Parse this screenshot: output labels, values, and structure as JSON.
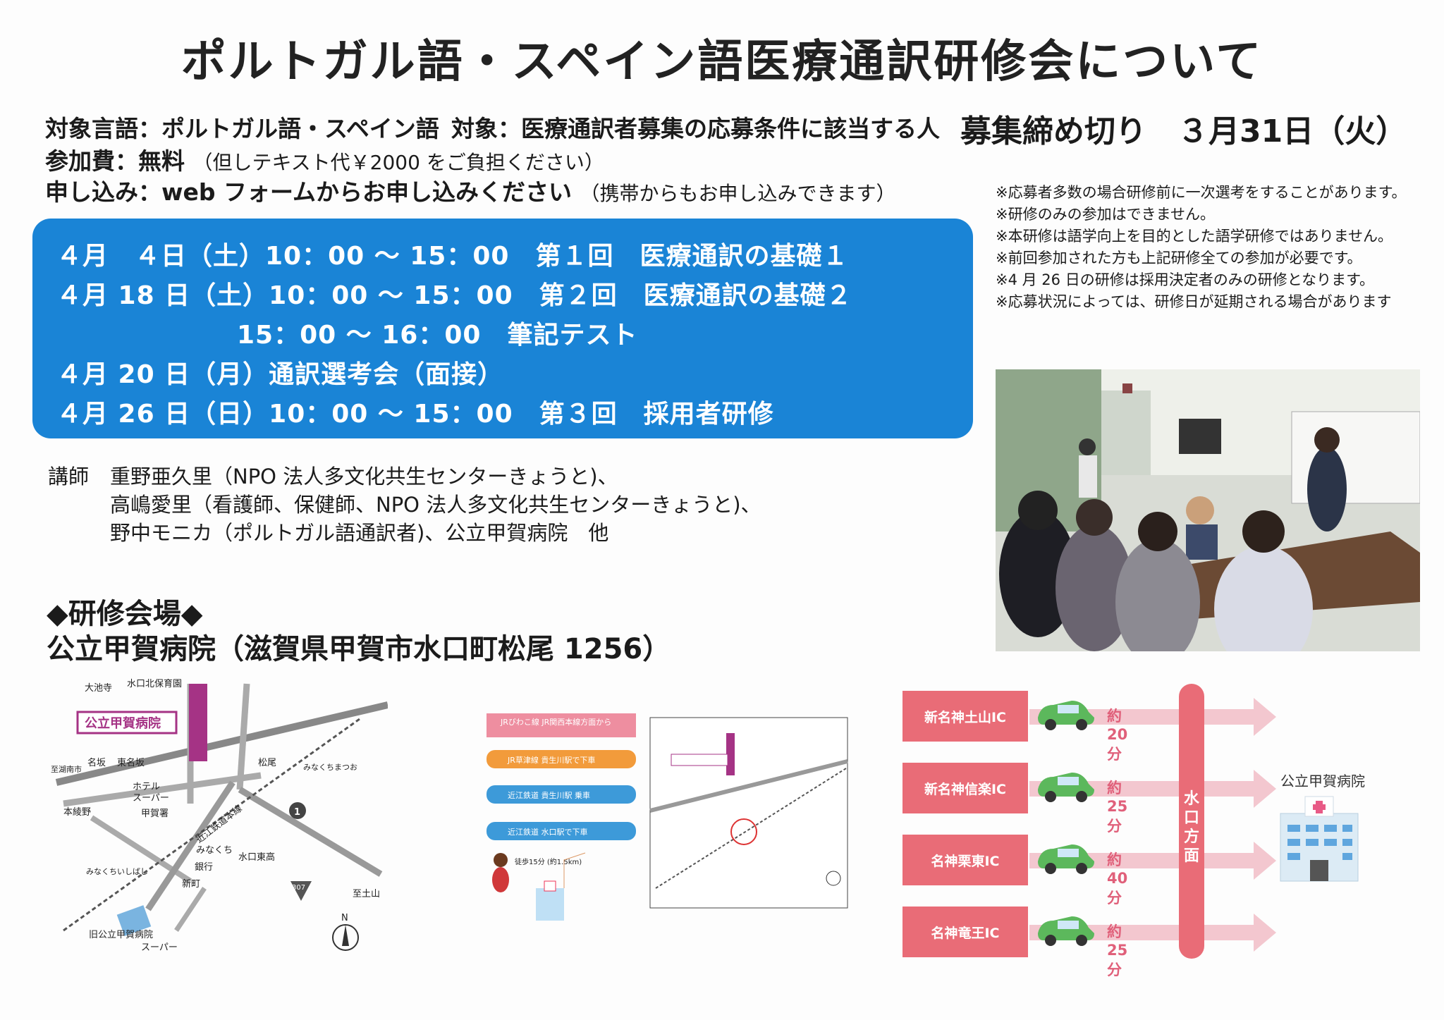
{
  "title": "ポルトガル語・スペイン語医療通訳研修会について",
  "info": {
    "language": "対象言語：ポルトガル語・スペイン語",
    "target": "対象：医療通訳者募集の応募条件に該当する人",
    "fee_main": "参加費：無料",
    "fee_note": "（但しテキスト代￥2000 をご負担ください）",
    "apply_main": "申し込み：web フォームからお申し込みください",
    "apply_note": "（携帯からもお申し込みできます）"
  },
  "deadline": "募集締め切り　３月31日（火）",
  "notes": [
    "※応募者多数の場合研修前に一次選考をすることがあります。",
    "※研修のみの参加はできません。",
    "※本研修は語学向上を目的とした語学研修ではありません。",
    "※前回参加された方も上記研修全ての参加が必要です。",
    "※4 月 26 日の研修は採用決定者のみの研修となります。",
    "※応募状況によっては、研修日が延期される場合があります"
  ],
  "schedule": [
    "４月　４日（土）10：00 ～ 15：00　第１回　医療通訳の基礎１",
    "４月 18 日（土）10：00 ～ 15：00　第２回　医療通訳の基礎２",
    "15：00 ～ 16：00　筆記テスト",
    "４月 20 日（月）通訳選考会（面接）",
    "４月 26 日（日）10：00 ～ 15：00　第３回　採用者研修"
  ],
  "lecturers": {
    "label": "講師",
    "lines": [
      "重野亜久里（NPO 法人多文化共生センターきょうと)、",
      "高嶋愛里（看護師、保健師、NPO 法人多文化共生センターきょうと)、",
      "野中モニカ（ポルトガル語通訳者)、公立甲賀病院　他"
    ]
  },
  "venue": {
    "heading": "◆研修会場◆",
    "address": "公立甲賀病院（滋賀県甲賀市水口町松尾 1256）"
  },
  "map1": {
    "hospital": "公立甲賀病院",
    "labels": [
      "大池寺",
      "水口北保育園",
      "至湖南市",
      "名坂",
      "東名坂",
      "本綾野",
      "ホテル",
      "スーパー",
      "甲賀署",
      "みなくち",
      "みなくちいしばし",
      "銀行",
      "新町",
      "水口東高",
      "旧公立甲賀病院",
      "スーパー",
      "松尾",
      "みなくちまつお",
      "近江鉄道本線",
      "至土山",
      "1",
      "307",
      "N"
    ]
  },
  "map2": {
    "steps": [
      "JRびわこ線\nJR関西本線方面から",
      "JR草津線 貴生川駅で下車",
      "近江鉄道 貴生川駅 乗車",
      "近江鉄道 水口駅で下車"
    ],
    "walk": "徒歩15分\n(約1.5km)"
  },
  "routes": {
    "ics": [
      {
        "name": "新名神土山IC",
        "time": "約20分"
      },
      {
        "name": "新名神信楽IC",
        "time": "約25分"
      },
      {
        "name": "名神栗東IC",
        "time": "約40分"
      },
      {
        "name": "名神竜王IC",
        "time": "約25分"
      }
    ],
    "direction": "水口方面",
    "destination": "公立甲賀病院"
  },
  "colors": {
    "blue_band": "#1a84d6",
    "pink": "#e96c77",
    "car_green": "#5cb85c"
  }
}
